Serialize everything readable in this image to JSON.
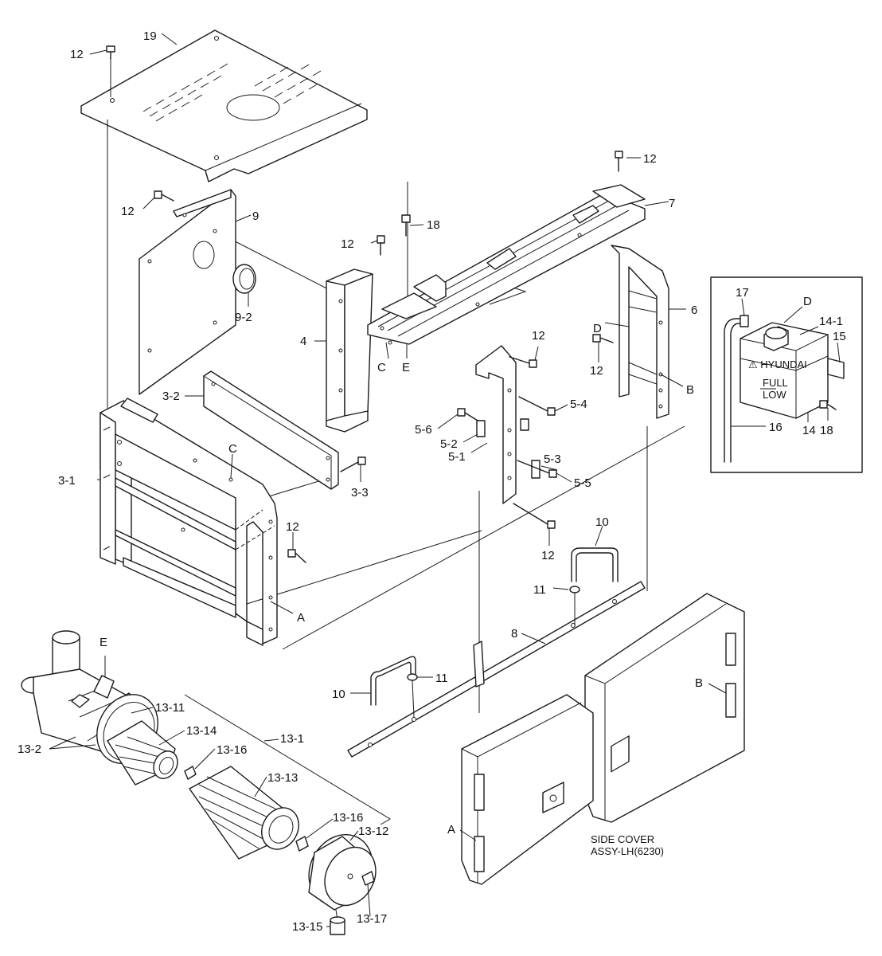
{
  "labels": {
    "l12a": "12",
    "l19": "19",
    "l12b": "12",
    "l7": "7",
    "l12c": "12",
    "l9": "9",
    "l12d": "12",
    "l18a": "18",
    "l9_2": "9-2",
    "l4": "4",
    "lC1": "C",
    "lE1": "E",
    "l6": "6",
    "lD1": "D",
    "l12e": "12",
    "l12f": "12",
    "lB1": "B",
    "l3_2": "3-2",
    "l5_4": "5-4",
    "l5_6": "5-6",
    "l5_2": "5-2",
    "l5_1": "5-1",
    "l5_3": "5-3",
    "l5_5": "5-5",
    "lC2": "C",
    "l3_1": "3-1",
    "l3_3": "3-3",
    "l12g": "12",
    "l12h": "12",
    "l10a": "10",
    "l11a": "11",
    "lA1": "A",
    "l8": "8",
    "lE2": "E",
    "l13_11": "13-11",
    "l13_14": "13-14",
    "l13_2": "13-2",
    "l13_16a": "13-16",
    "l13_1": "13-1",
    "l13_13": "13-13",
    "l13_16b": "13-16",
    "l13_12": "13-12",
    "l13_15": "13-15",
    "l13_17": "13-17",
    "l10b": "10",
    "l11b": "11",
    "lB2": "B",
    "lA2": "A",
    "l17": "17",
    "lD2": "D",
    "l14_1": "14-1",
    "l15": "15",
    "l16": "16",
    "l14": "14",
    "l18b": "18"
  },
  "side_cover": {
    "line1": "SIDE COVER",
    "line2": "ASSY-LH(6230)"
  },
  "tank_marking": {
    "brand": "⚠ HYUNDAI",
    "full": "FULL",
    "low": "LOW"
  }
}
